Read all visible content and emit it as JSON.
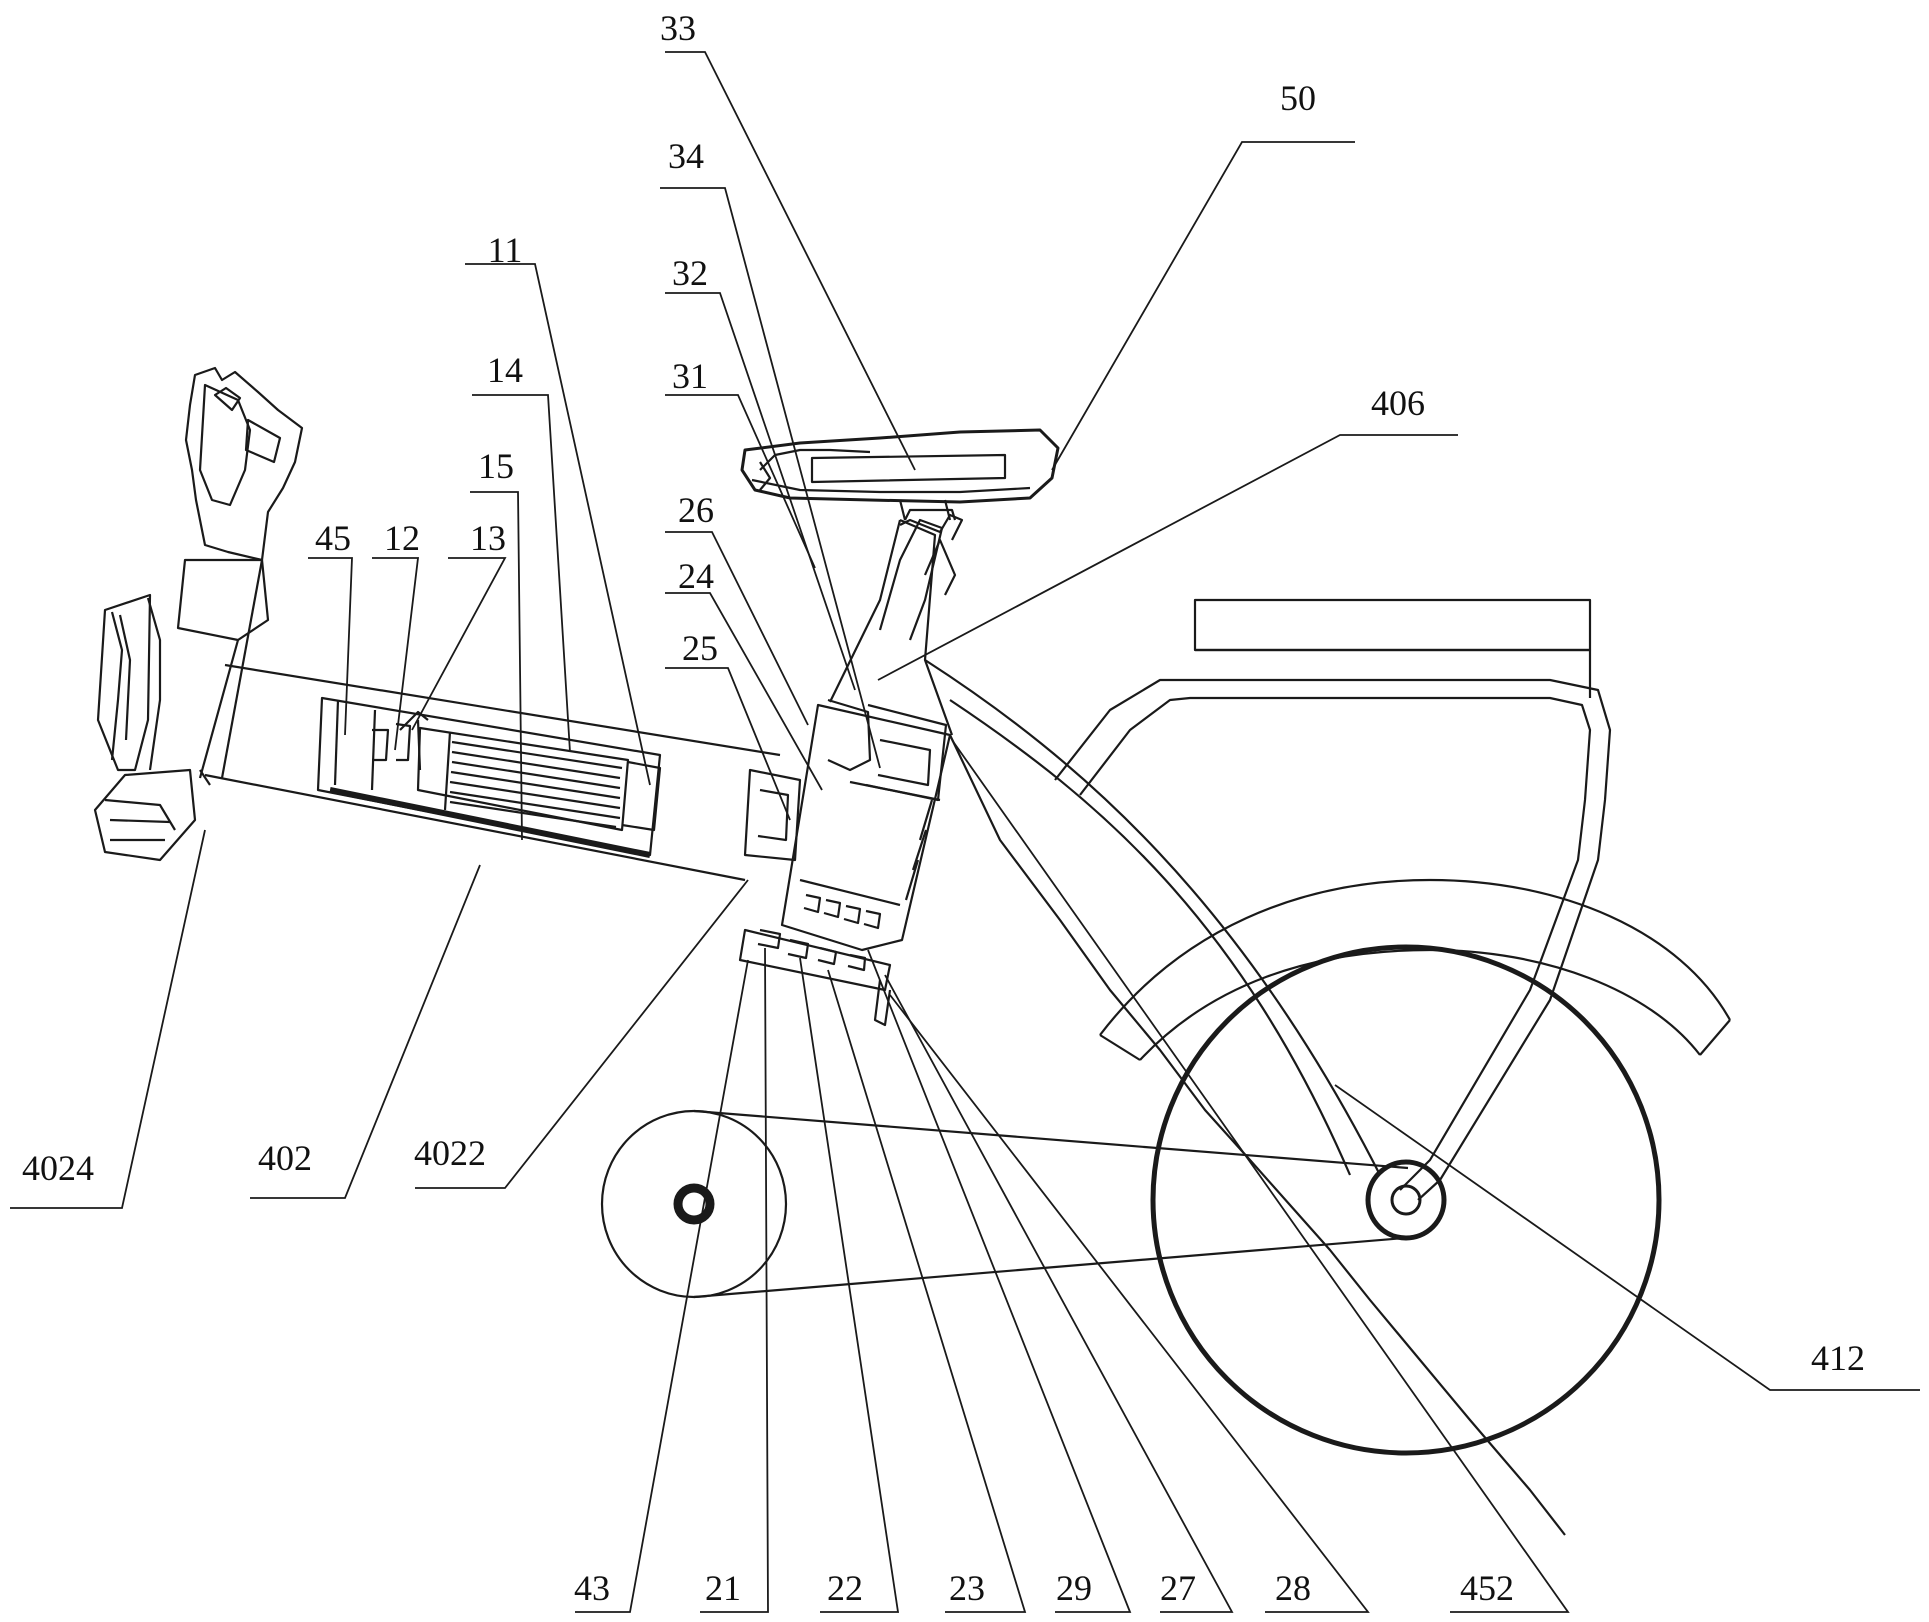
{
  "figure": {
    "line_color": "#1a1a1a",
    "background": "#ffffff"
  },
  "labels": {
    "l33": "33",
    "l50": "50",
    "l34": "34",
    "l32": "32",
    "l31": "31",
    "l406": "406",
    "l26": "26",
    "l24": "24",
    "l25": "25",
    "l11": "11",
    "l14": "14",
    "l15": "15",
    "l45": "45",
    "l12": "12",
    "l13": "13",
    "l4024": "4024",
    "l402": "402",
    "l4022": "4022",
    "l412": "412",
    "l43": "43",
    "l21": "21",
    "l22": "22",
    "l23": "23",
    "l29": "29",
    "l27": "27",
    "l28": "28",
    "l452": "452"
  }
}
